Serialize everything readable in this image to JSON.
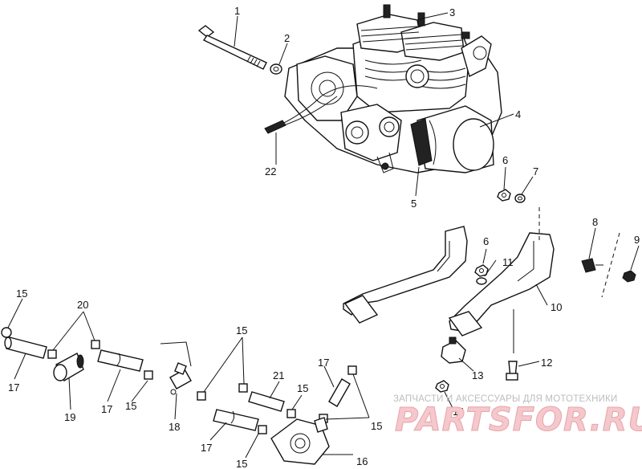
{
  "callouts": [
    {
      "id": "c1",
      "label": "1"
    },
    {
      "id": "c2",
      "label": "2"
    },
    {
      "id": "c3",
      "label": "3"
    },
    {
      "id": "c4",
      "label": "4"
    },
    {
      "id": "c5",
      "label": "5"
    },
    {
      "id": "c6a",
      "label": "6"
    },
    {
      "id": "c6b",
      "label": "6"
    },
    {
      "id": "c7",
      "label": "7"
    },
    {
      "id": "c8",
      "label": "8"
    },
    {
      "id": "c9",
      "label": "9"
    },
    {
      "id": "c10",
      "label": "10"
    },
    {
      "id": "c11",
      "label": "11"
    },
    {
      "id": "c12",
      "label": "12"
    },
    {
      "id": "c13",
      "label": "13"
    },
    {
      "id": "c14",
      "label": "14"
    },
    {
      "id": "c15a",
      "label": "15"
    },
    {
      "id": "c15b",
      "label": "15"
    },
    {
      "id": "c15c",
      "label": "15"
    },
    {
      "id": "c15d",
      "label": "15"
    },
    {
      "id": "c15e",
      "label": "15"
    },
    {
      "id": "c15f",
      "label": "15"
    },
    {
      "id": "c16",
      "label": "16"
    },
    {
      "id": "c17a",
      "label": "17"
    },
    {
      "id": "c17b",
      "label": "17"
    },
    {
      "id": "c17c",
      "label": "17"
    },
    {
      "id": "c17d",
      "label": "17"
    },
    {
      "id": "c18",
      "label": "18"
    },
    {
      "id": "c19",
      "label": "19"
    },
    {
      "id": "c20",
      "label": "20"
    },
    {
      "id": "c21",
      "label": "21"
    },
    {
      "id": "c22",
      "label": "22"
    }
  ],
  "watermark": {
    "caption": "ЗАПЧАСТИ И АКСЕССУАРЫ ДЛЯ МОТОТЕХНИКИ",
    "brand": "PARTSFOR.RU",
    "caption_color": "#bdbdbd",
    "brand_color": "#f4c8cc"
  }
}
